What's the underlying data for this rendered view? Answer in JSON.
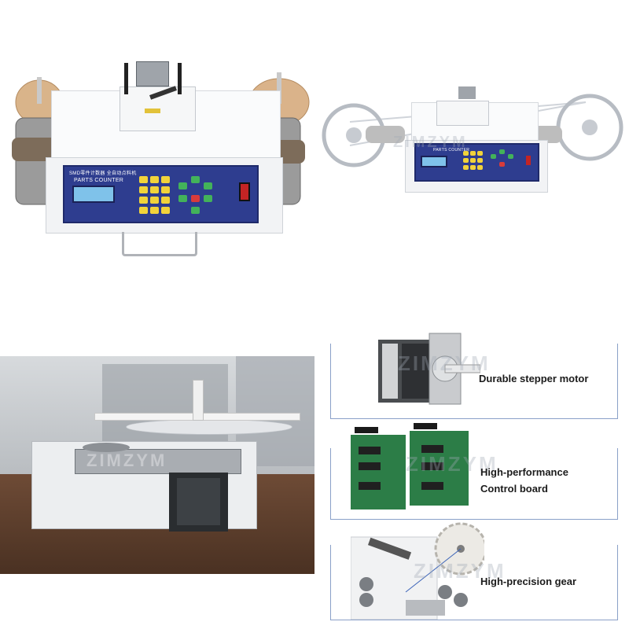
{
  "machine_panel": {
    "title_line": "SMD零件计数器 全自动点料机",
    "subtitle": "PARTS COUNTER",
    "small_subtitle": "PARTS COUNTER"
  },
  "watermark": "ZIMZYM",
  "features": [
    {
      "label_line1": "Durable stepper motor",
      "label_line2": ""
    },
    {
      "label_line1": "High-performance",
      "label_line2": "Control board"
    },
    {
      "label_line1": "High-precision gear",
      "label_line2": ""
    }
  ]
}
